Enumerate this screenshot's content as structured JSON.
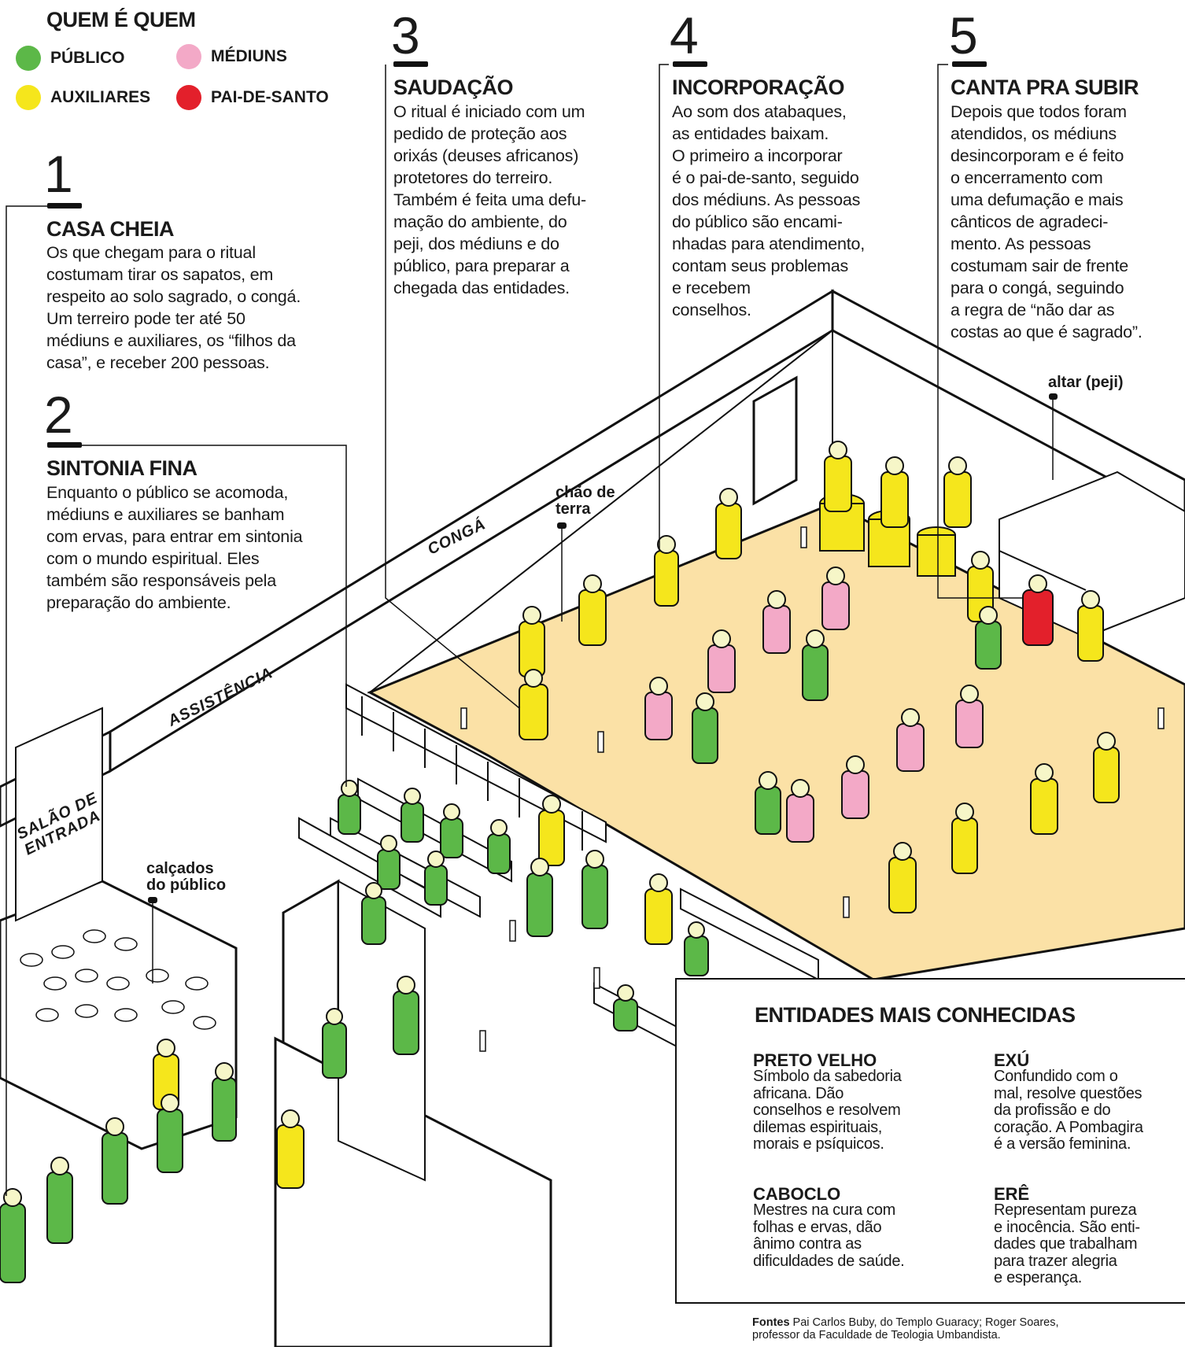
{
  "legend": {
    "title": "QUEM É QUEM",
    "items": [
      {
        "label": "PÚBLICO",
        "color": "#5cb848"
      },
      {
        "label": "MÉDIUNS",
        "color": "#f3a9c7"
      },
      {
        "label": "AUXILIARES",
        "color": "#f5e61c"
      },
      {
        "label": "PAI-DE-SANTO",
        "color": "#e3202b"
      }
    ]
  },
  "steps": [
    {
      "number": "1",
      "title": "CASA CHEIA",
      "body": "Os que chegam para o ritual\ncostumam tirar os sapatos, em\nrespeito ao solo sagrado, o congá.\nUm terreiro pode ter até 50\nmédiuns e auxiliares, os “filhos da\ncasa”, e receber 200 pessoas."
    },
    {
      "number": "2",
      "title": "SINTONIA FINA",
      "body": "Enquanto o público se acomoda,\nmédiuns e auxiliares se banham\ncom ervas, para entrar em sintonia\ncom o mundo espiritual. Eles\ntambém são responsáveis pela\npreparação do ambiente."
    },
    {
      "number": "3",
      "title": "SAUDAÇÃO",
      "body": "O ritual é iniciado com um\npedido de proteção aos\norixás (deuses africanos)\nprotetores do terreiro.\nTambém é feita uma defu-\nmação do ambiente, do\npeji, dos médiuns e do\npúblico, para preparar a\nchegada das entidades."
    },
    {
      "number": "4",
      "title": "INCORPORAÇÃO",
      "body": "Ao som dos atabaques,\nas entidades baixam.\nO primeiro a incorporar\né o pai-de-santo, seguido\ndos médiuns. As pessoas\ndo público são encami-\nnhadas para atendimento,\ncontam seus problemas\ne recebem\nconselhos."
    },
    {
      "number": "5",
      "title": "CANTA PRA SUBIR",
      "body": "Depois que todos foram\natendidos, os médiuns\ndesincorporam e é feito\no encerramento com\numa defumação e mais\ncânticos de agradeci-\nmento. As pessoas\ncostumam sair de frente\npara o congá, seguindo\na regra de “não dar as\ncostas ao que é sagrado”."
    }
  ],
  "labels": {
    "altar": "altar (peji)",
    "chao": "chão de\nterra",
    "calcados": "calçados\ndo público",
    "conga": "CONGÁ",
    "assistencia": "ASSISTÊNCIA",
    "salao": "SALÃO DE\nENTRADA"
  },
  "entities": {
    "title": "ENTIDADES MAIS CONHECIDAS",
    "items": [
      {
        "name": "PRETO VELHO",
        "text": "Símbolo da sabedoria\nafricana. Dão\nconselhos e resolvem\ndilemas espirituais,\nmorais e psíquicos.",
        "icon": "pipe-icon"
      },
      {
        "name": "EXÚ",
        "text": "Confundido com o\nmal, resolve questões\nda profissão e do\ncoração. A Pombagira\né a versão feminina.",
        "icon": "bottle-icon"
      },
      {
        "name": "CABOCLO",
        "text": "Mestres na cura com\nfolhas e ervas, dão\nânimo contra as\ndificuldades de saúde.",
        "icon": "cigar-icon"
      },
      {
        "name": "ERÊ",
        "text": "Representam pureza\ne inocência. São enti-\ndades que trabalham\npara trazer alegria\ne esperança.",
        "icon": "candy-icon"
      }
    ]
  },
  "sources": {
    "label": "Fontes",
    "text": " Pai Carlos Buby, do Templo Guaracy; Roger Soares,\nprofessor da Faculdade de Teologia Umbandista."
  }
}
